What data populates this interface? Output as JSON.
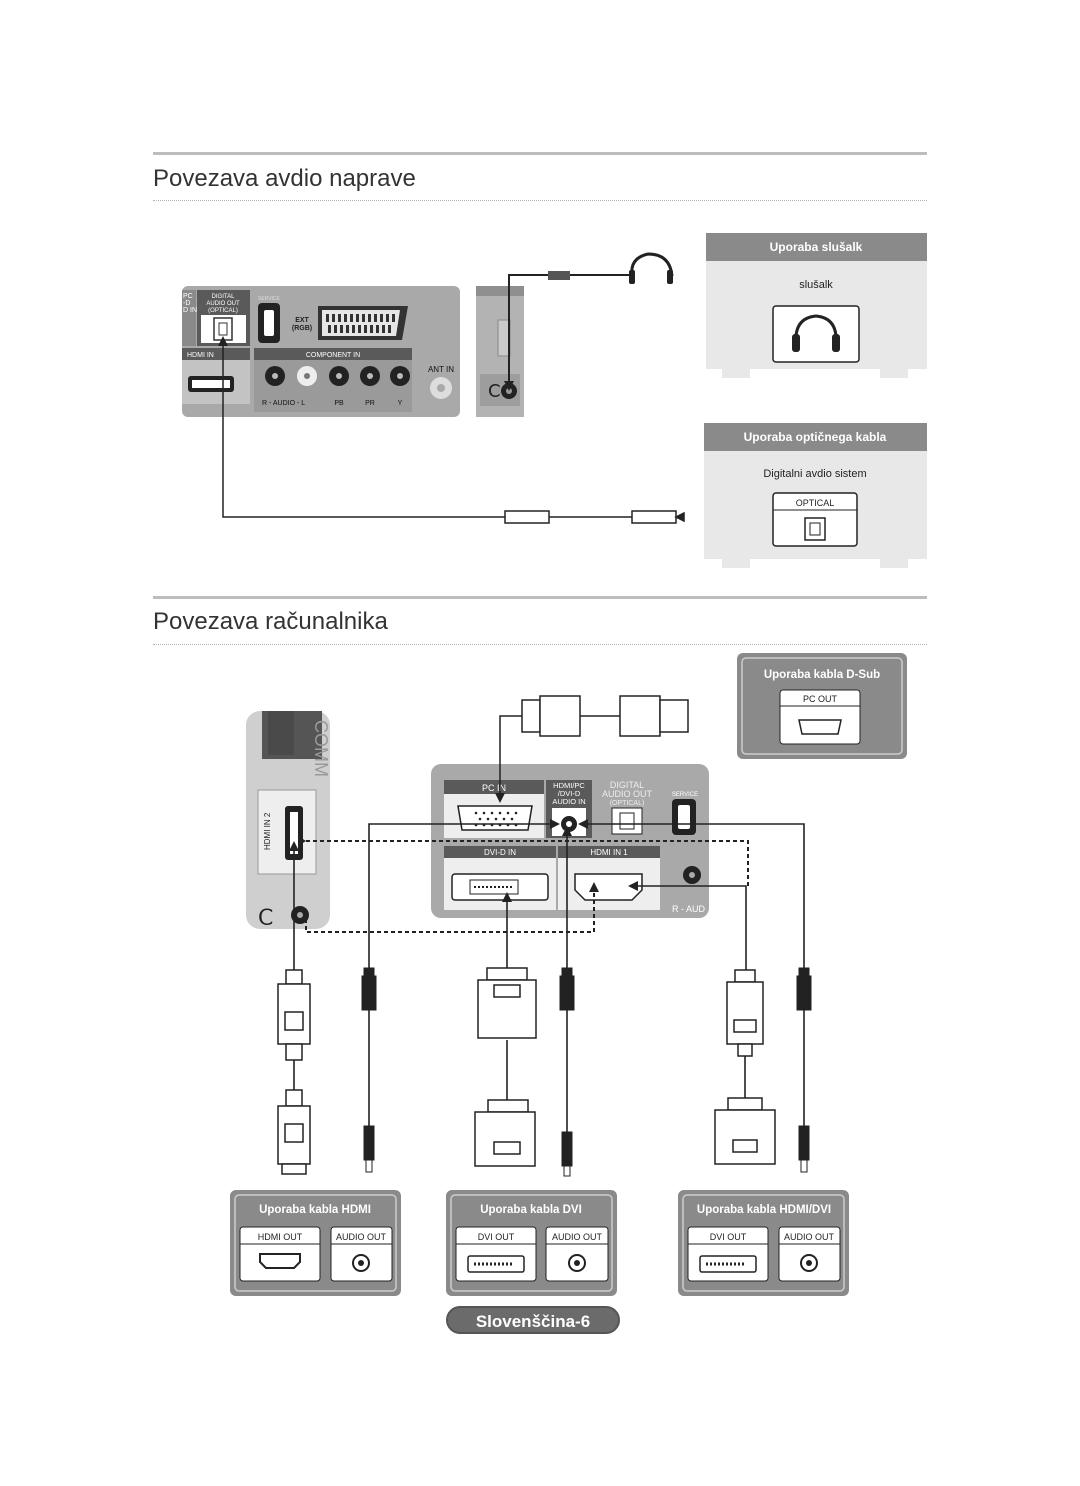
{
  "sections": {
    "audio": {
      "title": "Povezava avdio naprave"
    },
    "pc": {
      "title": "Povezava računalnika"
    }
  },
  "audio_panel": {
    "ports": [
      "DIGITAL AUDIO OUT (OPTICAL)",
      "SERVICE",
      "EXT (RGB)",
      "HDMI IN",
      "COMPONENT IN",
      "ANT IN"
    ],
    "audio_label": "R - AUDIO - L",
    "component_labels": [
      "PB",
      "PR",
      "Y"
    ],
    "left_partial": [
      "PC",
      "-D",
      "D IN"
    ]
  },
  "headphones_box": {
    "header": "Uporaba slušalk",
    "device": "slušalk"
  },
  "optical_box": {
    "header": "Uporaba optičnega kabla",
    "device": "Digitalni avdio sistem",
    "port": "OPTICAL"
  },
  "pc_panel": {
    "pc_in": "PC IN",
    "hdmi_pc_audio": [
      "HDMI/PC",
      "/DVI-D",
      "AUDIO IN"
    ],
    "digital_audio": [
      "DIGITAL",
      "AUDIO OUT",
      "(OPTICAL)"
    ],
    "service": "SERVICE",
    "dvi_in": "DVI-D IN",
    "hdmi_in1": "HDMI IN 1",
    "hdmi_in2": "HDMI IN 2",
    "comm": "COMM",
    "aud_partial": "R - AUD"
  },
  "dsub_box": {
    "header": "Uporaba kabla D-Sub",
    "port": "PC OUT"
  },
  "bottom_boxes": [
    {
      "header": "Uporaba kabla HDMI",
      "port_a": "HDMI OUT",
      "port_b": "AUDIO OUT"
    },
    {
      "header": "Uporaba kabla DVI",
      "port_a": "DVI OUT",
      "port_b": "AUDIO OUT"
    },
    {
      "header": "Uporaba kabla HDMI/DVI",
      "port_a": "DVI OUT",
      "port_b": "AUDIO OUT"
    }
  ],
  "footer": {
    "page_label": "Slovenščina-6"
  }
}
